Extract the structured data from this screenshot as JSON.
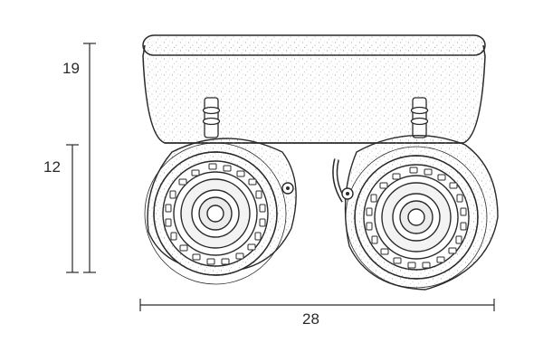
{
  "dimensions": {
    "total_height": "19",
    "head_height": "12",
    "total_width": "28"
  },
  "colors": {
    "line": "#2a2a2a",
    "texture": "#8a8a8a",
    "background": "#ffffff"
  },
  "figure": {
    "subject": "twin-spot-ceiling-lamp",
    "heads": 2
  }
}
